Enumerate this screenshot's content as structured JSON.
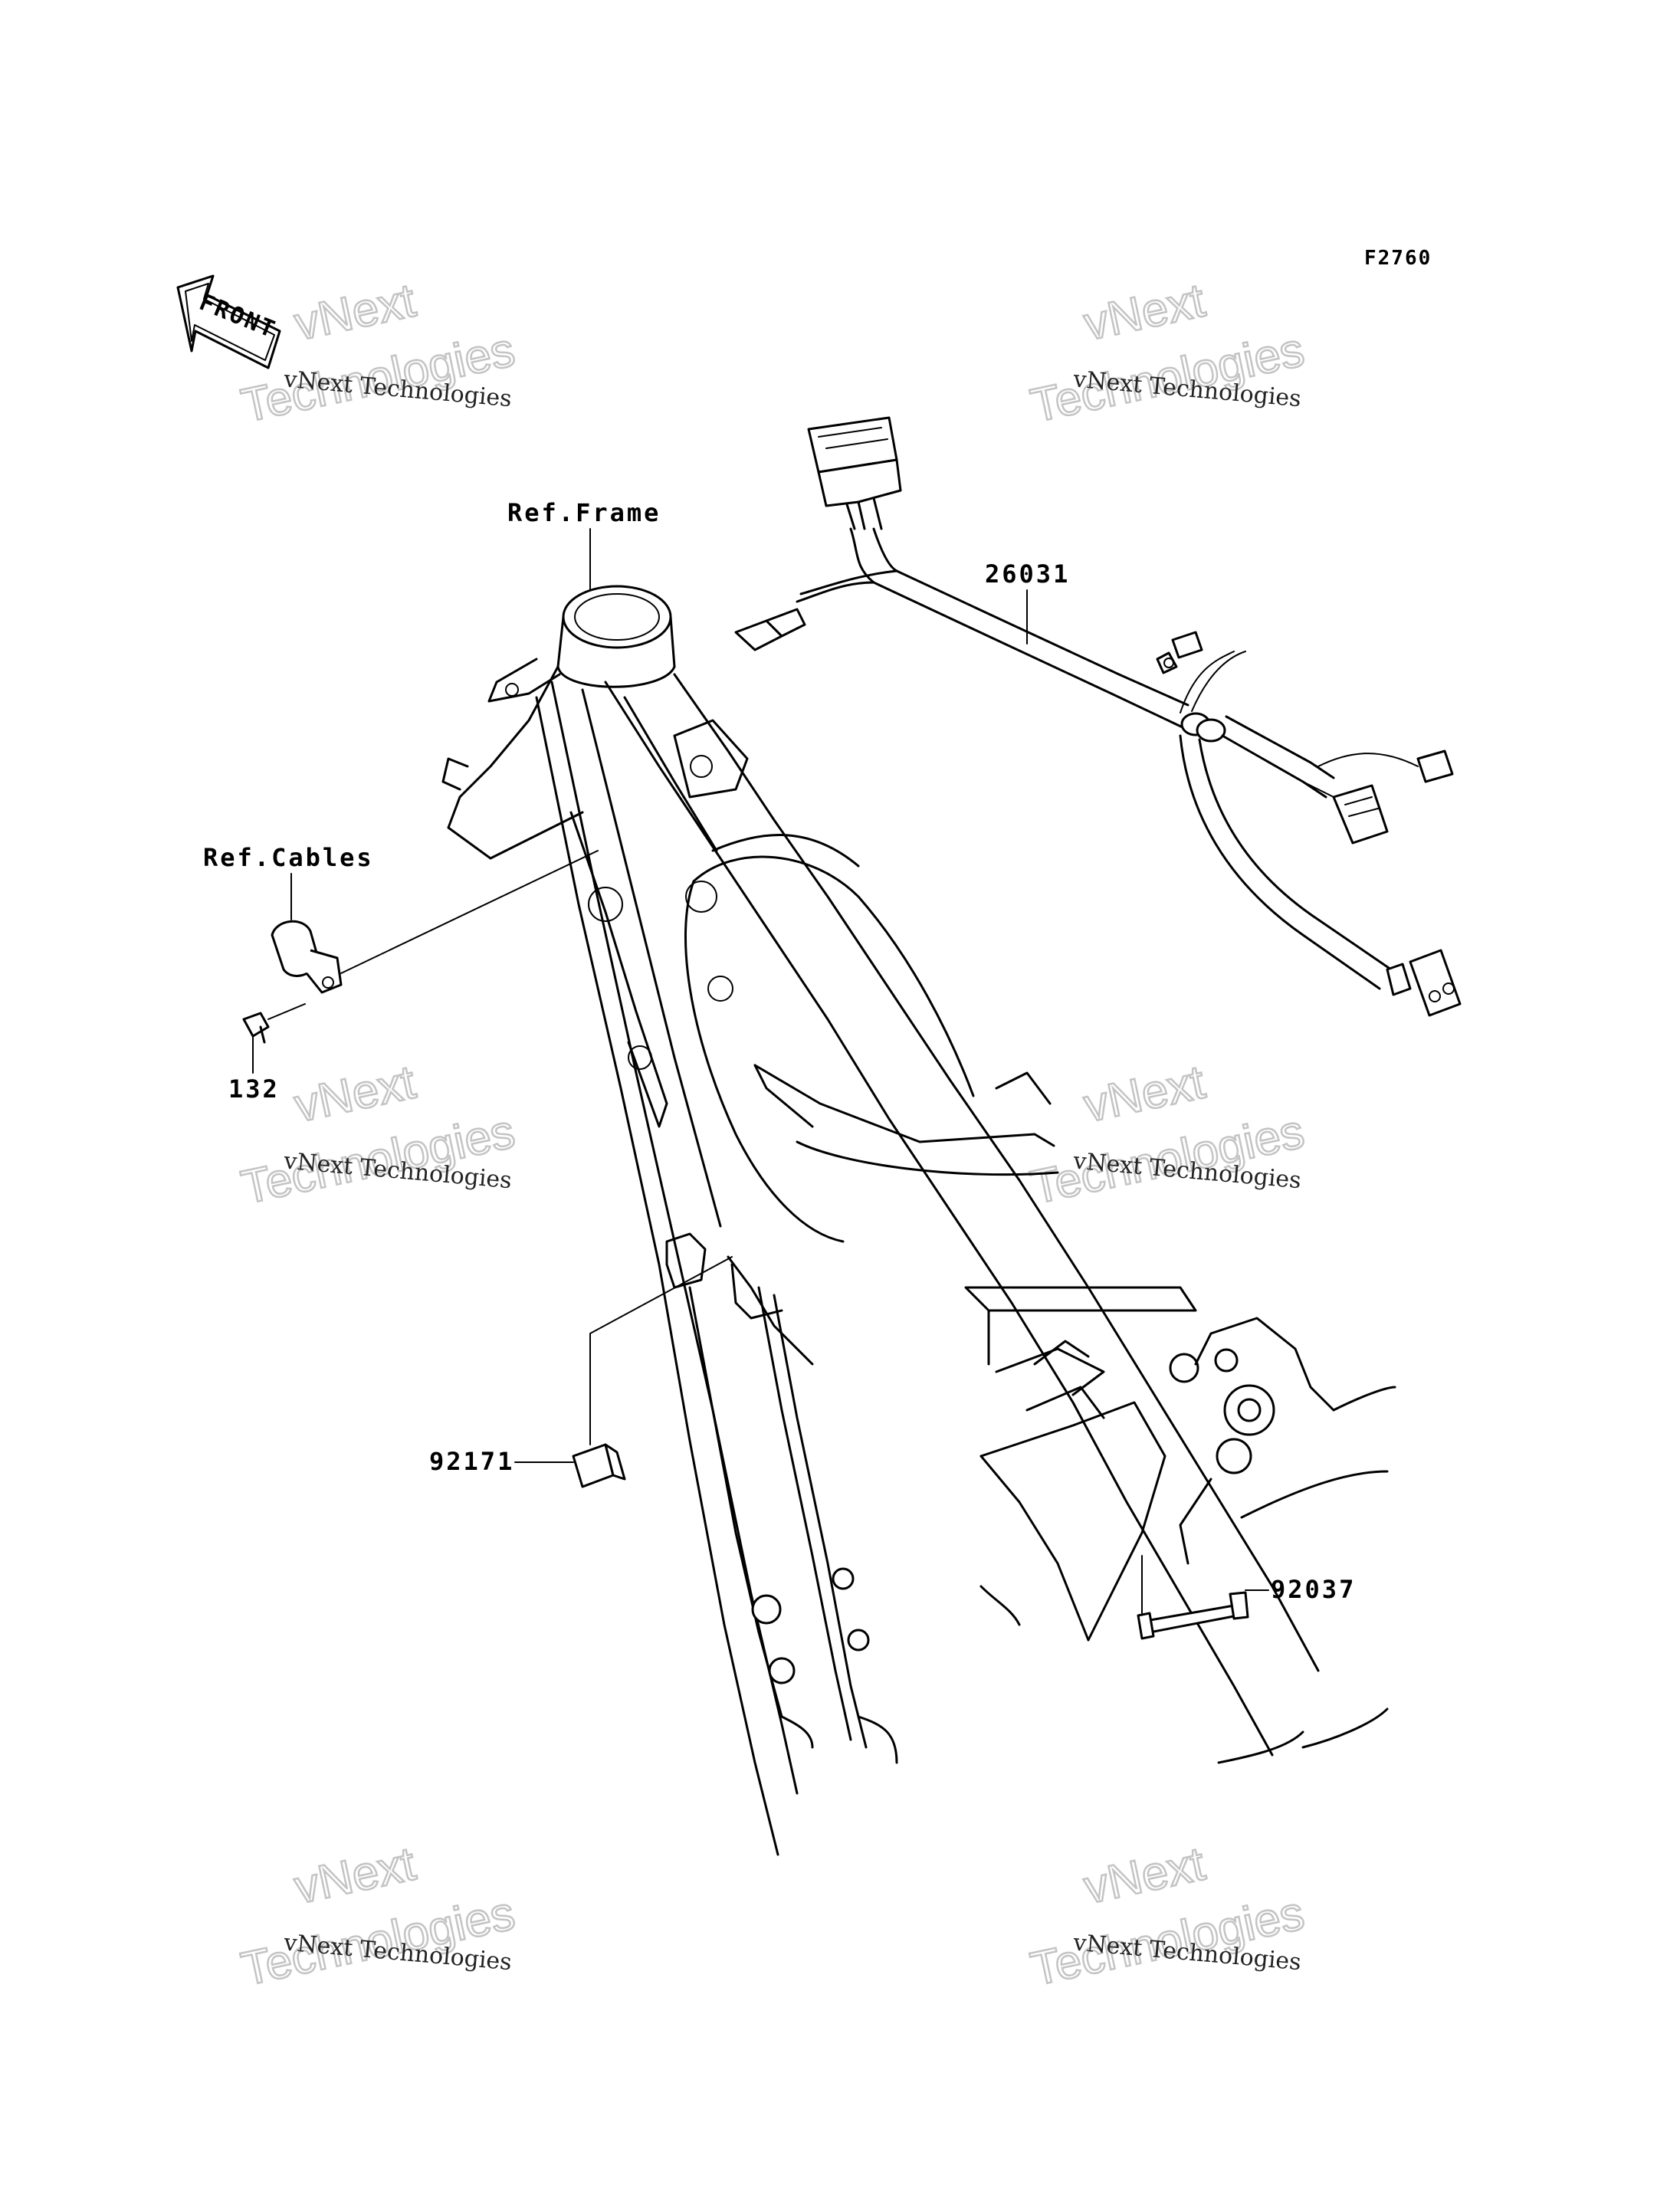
{
  "diagram": {
    "figure_code": "F2760",
    "front_label": "FRONT",
    "labels": {
      "ref_frame": "Ref.Frame",
      "ref_cables": "Ref.Cables",
      "part_132": "132",
      "part_26031": "26031",
      "part_92171": "92171",
      "part_92037": "92037"
    },
    "watermarks": [
      {
        "small": "vNext Technologies",
        "line1": "vNext",
        "line2": "Technologies"
      },
      {
        "small": "vNext Technologies",
        "line1": "vNext",
        "line2": "Technologies"
      },
      {
        "small": "vNext Technologies",
        "line1": "vNext",
        "line2": "Technologies"
      },
      {
        "small": "vNext Technologies",
        "line1": "vNext",
        "line2": "Technologies"
      },
      {
        "small": "vNext Technologies",
        "line1": "vNext",
        "line2": "Technologies"
      },
      {
        "small": "vNext Technologies",
        "line1": "vNext",
        "line2": "Technologies"
      }
    ]
  }
}
